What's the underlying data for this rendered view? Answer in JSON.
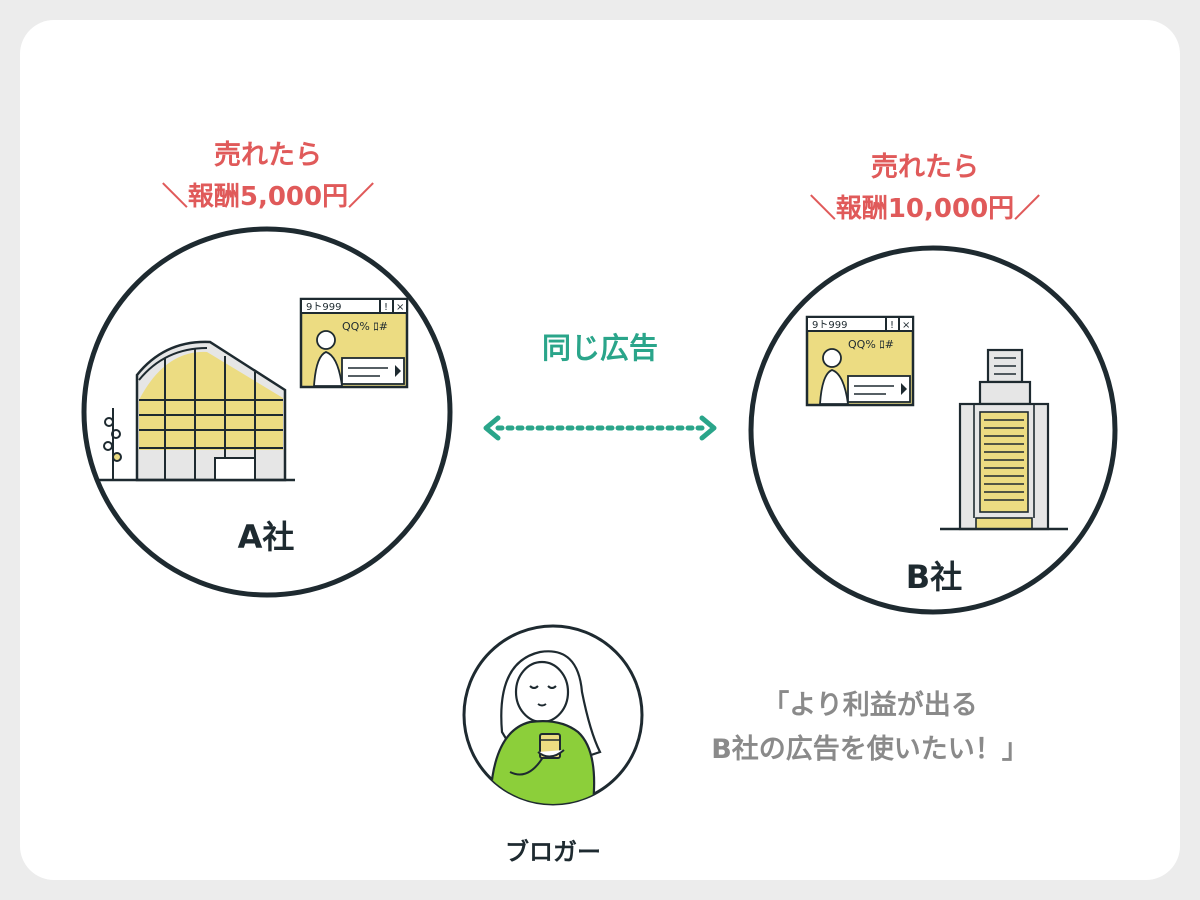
{
  "company_a": {
    "condition": "売れたら",
    "reward": "＼報酬5,000円／",
    "name": "A社"
  },
  "company_b": {
    "condition": "売れたら",
    "reward": "＼報酬10,000円／",
    "name": "B社"
  },
  "relation": {
    "label": "同じ広告"
  },
  "blogger": {
    "name": "ブロガー",
    "quote_line1": "「より利益が出る",
    "quote_line2": "B社の広告を使いたい！」"
  },
  "colors": {
    "background": "#ececec",
    "card": "#ffffff",
    "reward_red": "#e05a5a",
    "relation_teal": "#2aa58a",
    "outline_dark": "#1e2a30",
    "accent_yellow": "#ecdc82",
    "sweater_green": "#8ccf3a",
    "quote_gray": "#8a8a8a"
  }
}
